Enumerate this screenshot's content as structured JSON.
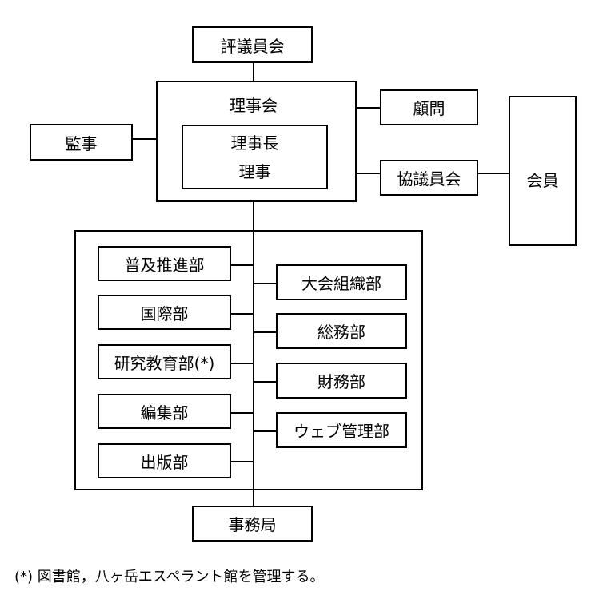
{
  "org_chart": {
    "council": "評議員会",
    "board": "理事会",
    "chair_label": "理事長",
    "directors_label": "理事",
    "auditor": "監事",
    "advisor": "顧問",
    "conference": "協議員会",
    "members": "会員",
    "departments_left": [
      "普及推進部",
      "国際部",
      "研究教育部(*)",
      "編集部",
      "出版部"
    ],
    "departments_right": [
      "大会組織部",
      "総務部",
      "財務部",
      "ウェブ管理部"
    ],
    "secretariat": "事務局"
  },
  "footnote": "(*) 図書館，八ヶ岳エスペラント館を管理する。"
}
